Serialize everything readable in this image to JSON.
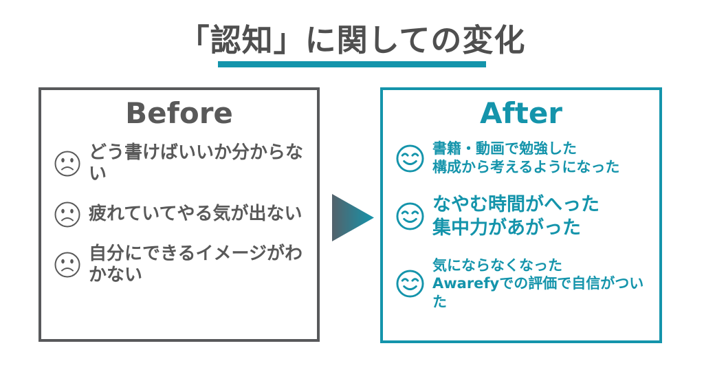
{
  "title": {
    "text": "「認知」に関しての変化"
  },
  "colors": {
    "accent_teal": "#1494ab",
    "text_gray": "#595959",
    "title_gray": "#4f4f4f",
    "arrow_gradient_start": "#54626b",
    "arrow_gradient_end": "#1494ab"
  },
  "before": {
    "heading": "Before",
    "items": [
      {
        "icon": "sad-face",
        "text": "どう書けばいいか分からない"
      },
      {
        "icon": "sad-face",
        "text": "疲れていてやる気が出ない"
      },
      {
        "icon": "sad-face",
        "text": "自分にできるイメージがわかない"
      }
    ]
  },
  "after": {
    "heading": "After",
    "items": [
      {
        "icon": "smiling-face",
        "lines": [
          "書籍・動画で勉強した",
          "構成から考えるようになった"
        ]
      },
      {
        "icon": "smiling-face",
        "lines": [
          "なやむ時間がへった",
          "集中力があがった"
        ]
      },
      {
        "icon": "smiling-face",
        "lines": [
          "気にならなくなった",
          "Awarefyでの評価で自信がついた"
        ]
      }
    ]
  }
}
